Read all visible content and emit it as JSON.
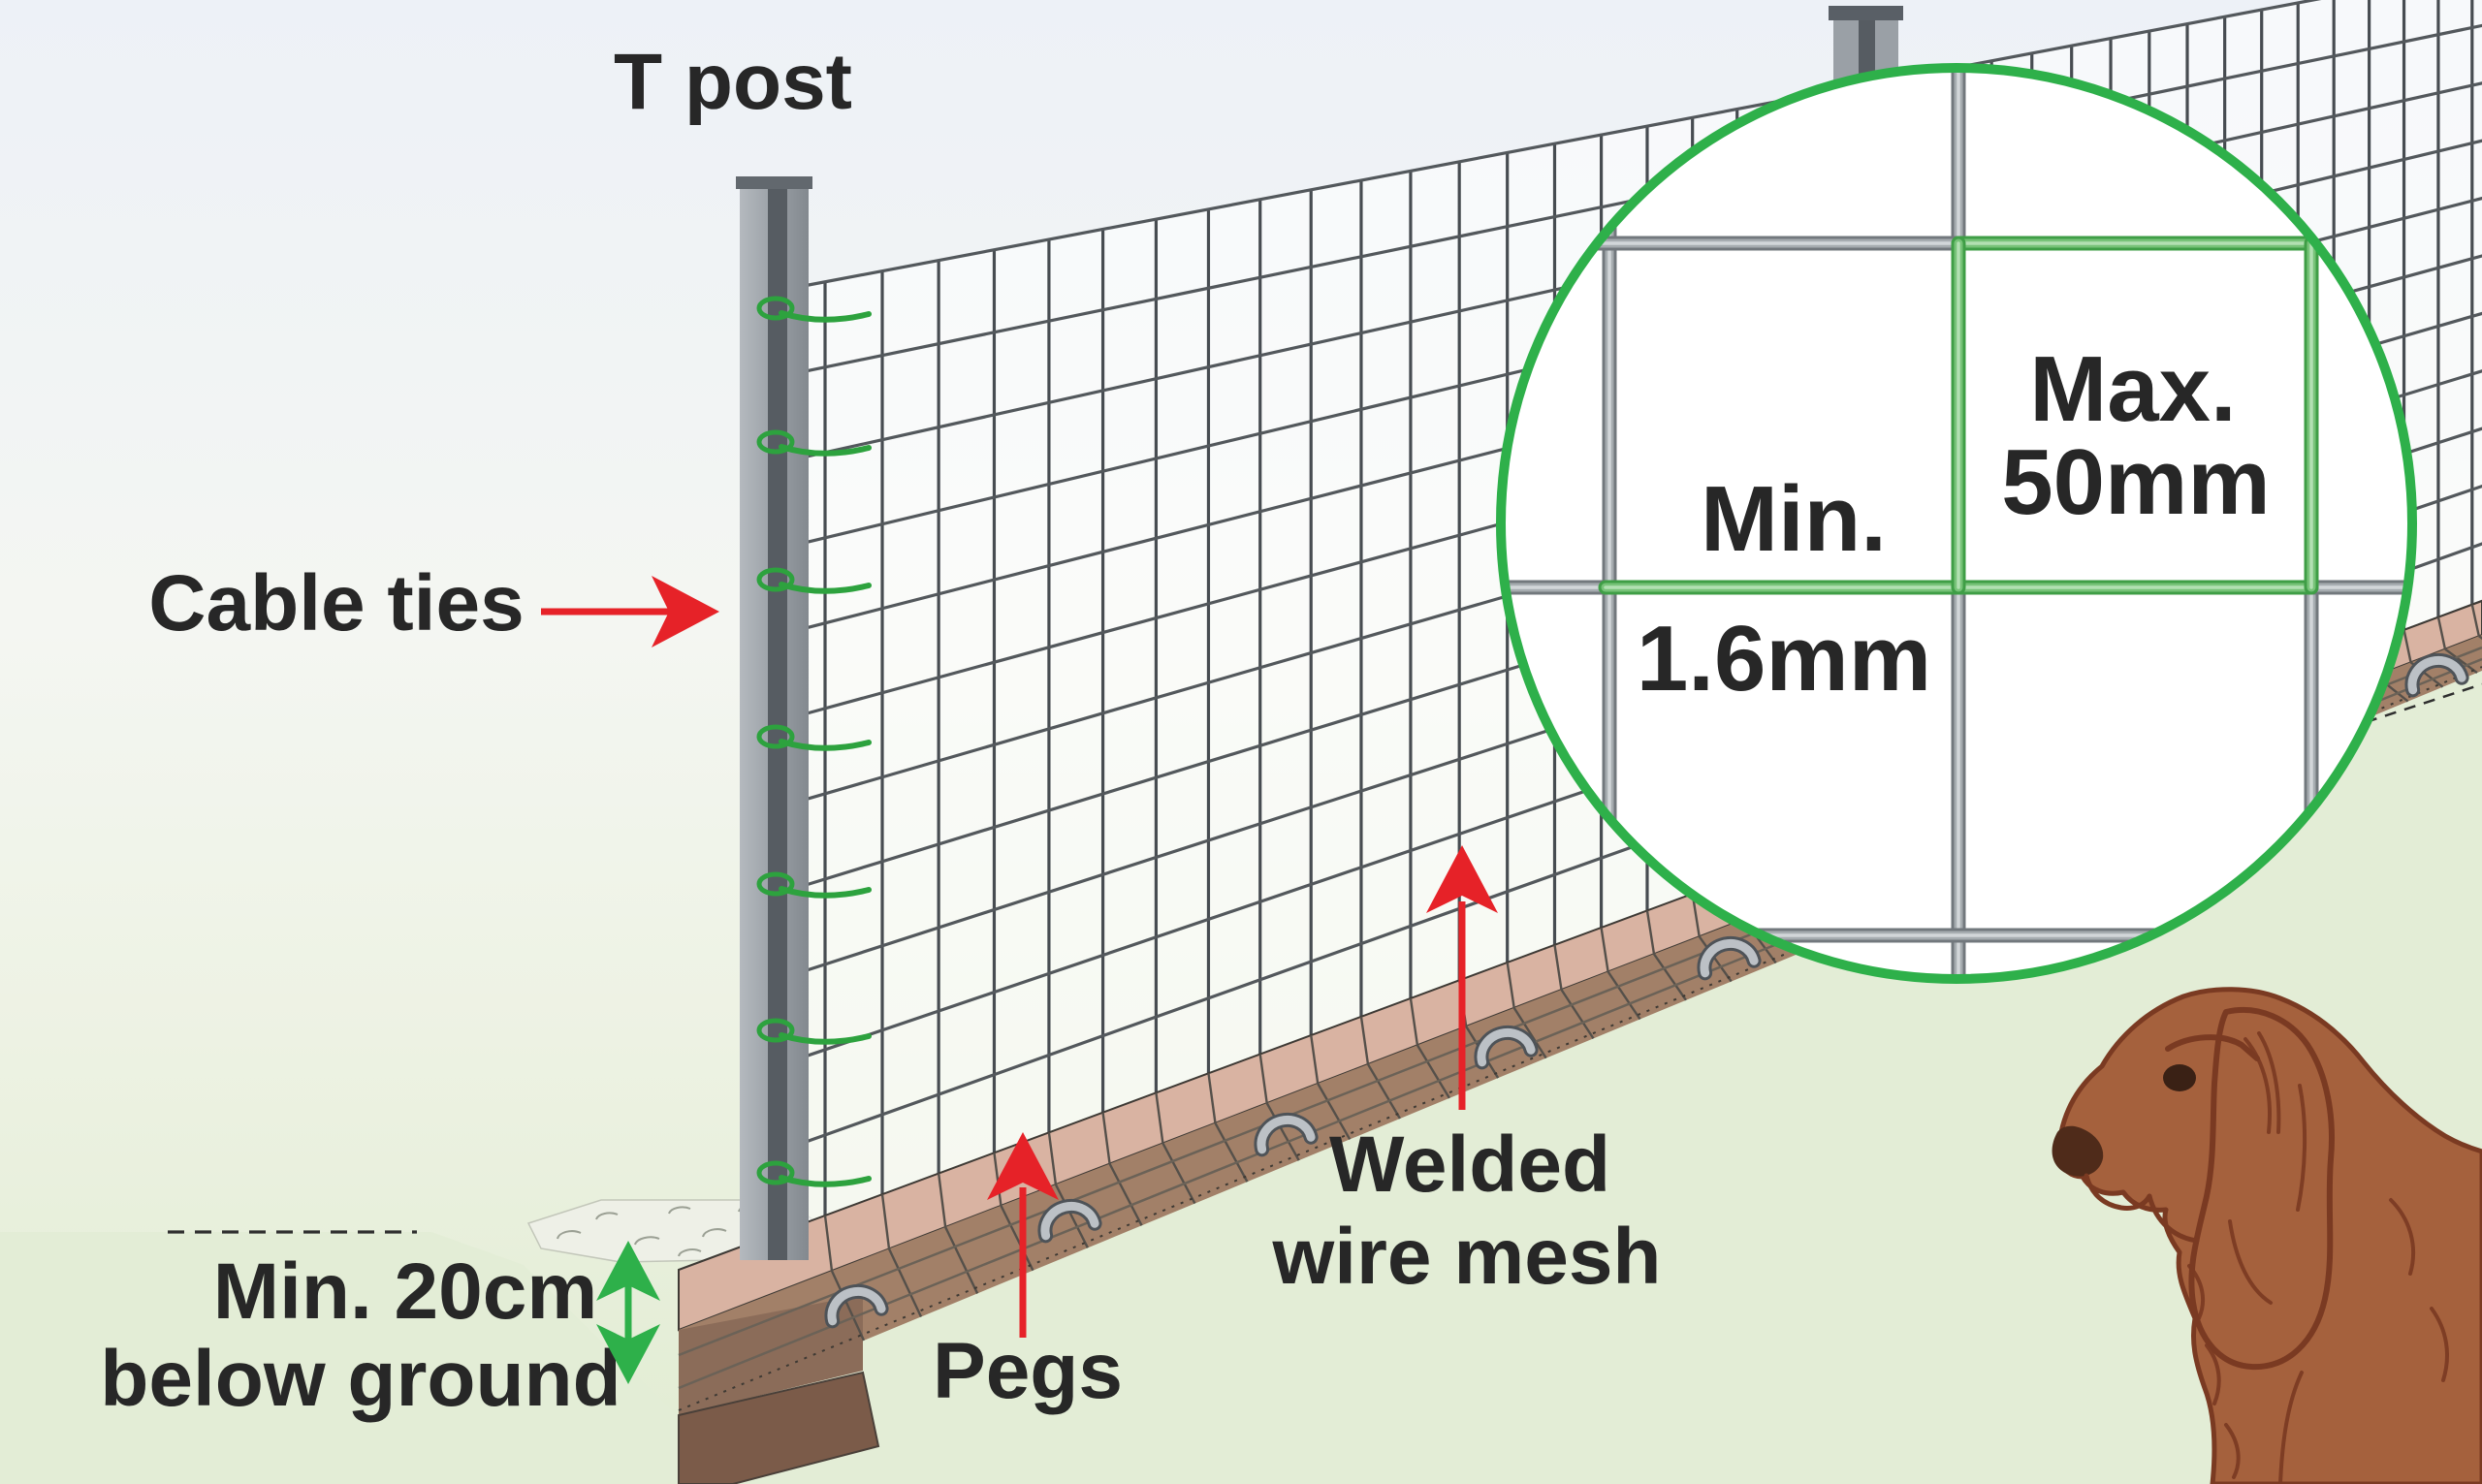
{
  "figure": {
    "title": "Dog fence installation diagram",
    "type": "illustrated-instruction"
  },
  "labels": {
    "t_post": "T post",
    "cable_ties": "Cable ties",
    "welded_line1": "Welded",
    "welded_line2": "wire mesh",
    "pegs": "Pegs",
    "depth_line1": "Min. 20cm",
    "depth_line2": "below ground"
  },
  "magnifier": {
    "wire_gauge_line1": "Min.",
    "wire_gauge_line2": "1.6mm",
    "mesh_opening_line1": "Max.",
    "mesh_opening_line2": "50mm"
  },
  "colors": {
    "red_arrow": "#e62228",
    "green_accent": "#2eb04a",
    "tie_green": "#2da23e",
    "label_text": "#272727",
    "mesh_wire": "#474c51",
    "mag_wire_gray": "#72787d",
    "mag_wire_green": "#3f9e46",
    "mesh_highlight_green": "#77c378",
    "board_pink": "#d9b3a2",
    "board_brown": "#a28068",
    "board_dark": "#7b5b49",
    "post_gray": "#989ea5",
    "post_stripe": "#565c62",
    "ground_green": "#e3edd6",
    "sky_top": "#edf1f7",
    "dog_brown": "#a5613d",
    "dog_outline": "#7a3a22"
  }
}
